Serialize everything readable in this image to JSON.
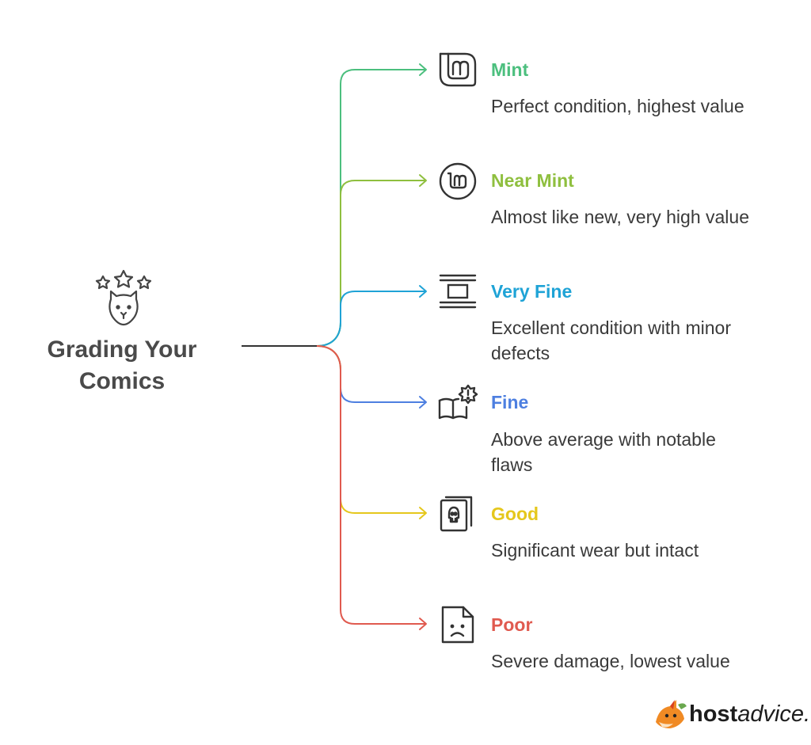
{
  "diagram": {
    "title_line1": "Grading Your",
    "title_line2": "Comics",
    "branches": [
      {
        "label": "Mint",
        "description": "Perfect condition, highest value",
        "color": "#4cbf7e",
        "icon": "mint-logo-square-icon"
      },
      {
        "label": "Near Mint",
        "description": "Almost like new, very high value",
        "color": "#8fbf3f",
        "icon": "mint-logo-circle-icon"
      },
      {
        "label": "Very Fine",
        "description": "Excellent condition with minor defects",
        "color": "#1fa3d6",
        "icon": "frame-lines-icon"
      },
      {
        "label": "Fine",
        "description": "Above average with notable flaws",
        "color": "#4d7fe0",
        "icon": "book-alert-icon"
      },
      {
        "label": "Good",
        "description": "Significant wear but intact",
        "color": "#e5c71c",
        "icon": "skull-card-icon"
      },
      {
        "label": "Poor",
        "description": "Severe damage, lowest value",
        "color": "#e05a4f",
        "icon": "sad-document-icon"
      }
    ],
    "root_icon": "stars-cat-icon",
    "trunk_color": "#333333"
  },
  "branding": {
    "name_bold": "host",
    "name_light": "advice.",
    "icon": "fox-mascot-icon"
  }
}
